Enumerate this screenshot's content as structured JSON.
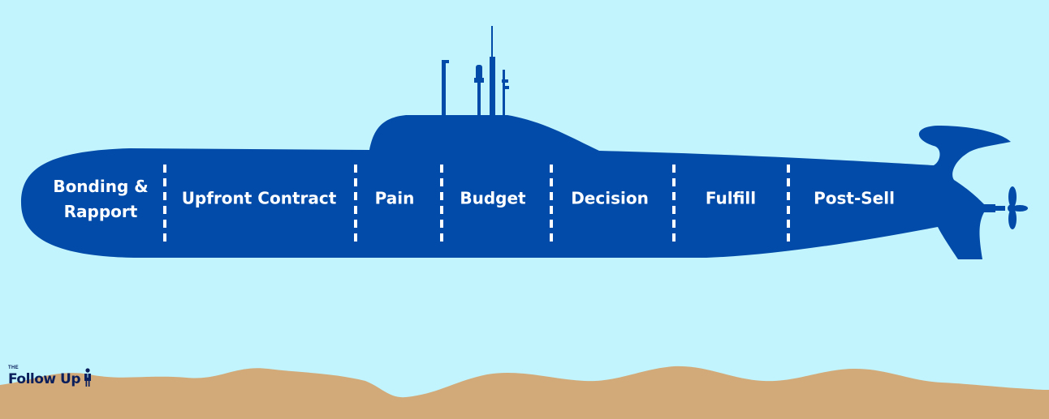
{
  "stages": [
    {
      "label_line1": "Bonding &",
      "label_line2": "Rapport"
    },
    {
      "label_line1": "Upfront Contract"
    },
    {
      "label_line1": "Pain"
    },
    {
      "label_line1": "Budget"
    },
    {
      "label_line1": "Decision"
    },
    {
      "label_line1": "Fulfill"
    },
    {
      "label_line1": "Post-Sell"
    }
  ],
  "logo": {
    "top_text": "THE",
    "name": "Follow Up"
  },
  "colors": {
    "water": "#c2f4fd",
    "submarine": "#024ba9",
    "sand": "#d2aa7a",
    "divider": "#ffffff",
    "label": "#ffffff",
    "logo": "#0a1f5c"
  }
}
